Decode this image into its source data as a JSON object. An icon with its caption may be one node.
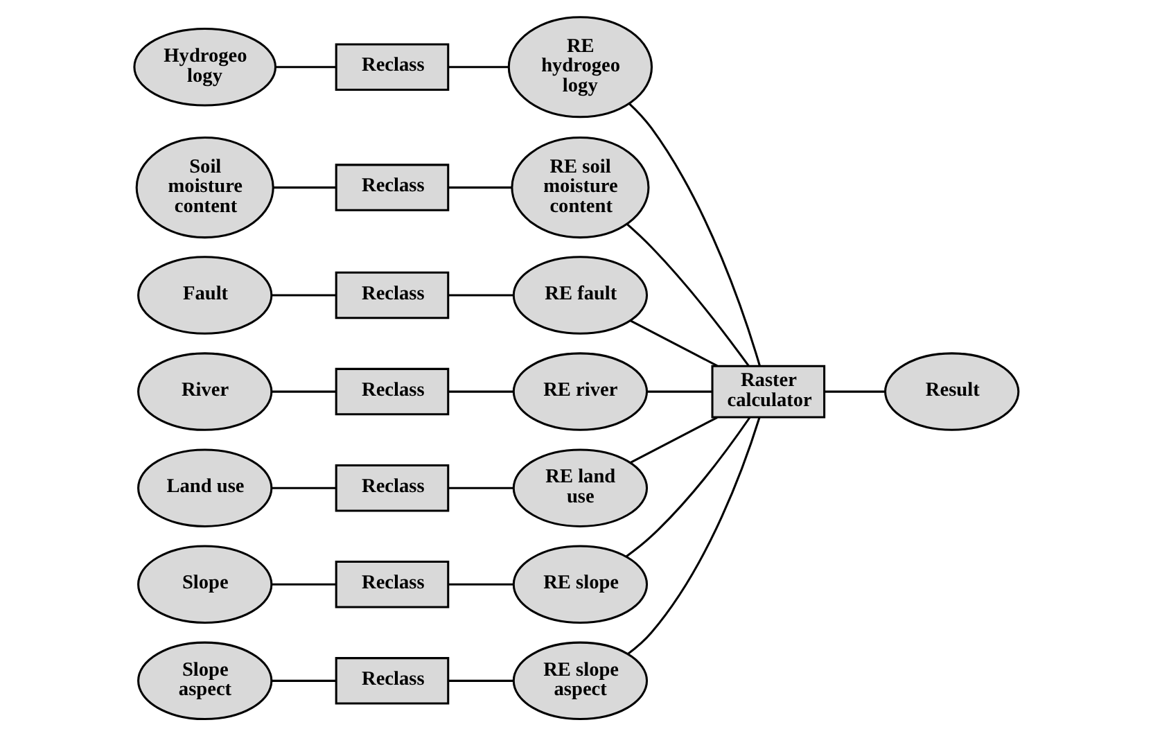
{
  "diagram": {
    "nodes": [
      {
        "text": [
          "Hydrogeo logy"
        ]
      },
      {
        "text": [
          "Reclass"
        ]
      },
      {
        "text": [
          "RE hydrogeo logy"
        ]
      },
      {
        "text": [
          "Soil moisture content"
        ]
      },
      {
        "text": [
          "Reclass"
        ]
      },
      {
        "text": [
          "RE soil moisture content"
        ]
      },
      {
        "text": [
          "Fault"
        ]
      },
      {
        "text": [
          "Reclass"
        ]
      },
      {
        "text": [
          "RE fault"
        ]
      },
      {
        "text": [
          "River"
        ]
      },
      {
        "text": [
          "Reclass"
        ]
      },
      {
        "text": [
          "RE river"
        ]
      },
      {
        "text": [
          "Land use"
        ]
      },
      {
        "text": [
          "Reclass"
        ]
      },
      {
        "text": [
          "RE land use"
        ]
      },
      {
        "text": [
          "Slope"
        ]
      },
      {
        "text": [
          "Reclass"
        ]
      },
      {
        "text": [
          "RE slope"
        ]
      },
      {
        "text": [
          "Slope aspect"
        ]
      },
      {
        "text": [
          "Reclass"
        ]
      },
      {
        "text": [
          "RE slope aspect"
        ]
      },
      {
        "text": [
          "Raster calculator"
        ]
      },
      {
        "text": [
          "Result"
        ]
      }
    ],
    "edges": [
      {
        "from": 0,
        "to": 1,
        "arrow": "none"
      },
      {
        "from": 1,
        "to": 2,
        "arrow": "none"
      },
      {
        "from": 3,
        "to": 4,
        "arrow": "none"
      },
      {
        "from": 4,
        "to": 5,
        "arrow": "none"
      },
      {
        "from": 6,
        "to": 7,
        "arrow": "none"
      },
      {
        "from": 7,
        "to": 8,
        "arrow": "none"
      },
      {
        "from": 9,
        "to": 10,
        "arrow": "none"
      },
      {
        "from": 10,
        "to": 11,
        "arrow": "none"
      },
      {
        "from": 12,
        "to": 13,
        "arrow": "none"
      },
      {
        "from": 13,
        "to": 14,
        "arrow": "none"
      },
      {
        "from": 15,
        "to": 16,
        "arrow": "none"
      },
      {
        "from": 16,
        "to": 17,
        "arrow": "none"
      },
      {
        "from": 18,
        "to": 19,
        "arrow": "none"
      },
      {
        "from": 19,
        "to": 20,
        "arrow": "none"
      },
      {
        "from": 2,
        "to": 21,
        "arrow": "none"
      },
      {
        "from": 5,
        "to": 21,
        "arrow": "none"
      },
      {
        "from": 8,
        "to": 21,
        "arrow": "none"
      },
      {
        "from": 11,
        "to": 21,
        "arrow": "none"
      },
      {
        "from": 14,
        "to": 21,
        "arrow": "none"
      },
      {
        "from": 17,
        "to": 21,
        "arrow": "none"
      },
      {
        "from": 20,
        "to": 21,
        "arrow": "none"
      },
      {
        "from": 21,
        "to": 22,
        "arrow": "none"
      }
    ]
  }
}
